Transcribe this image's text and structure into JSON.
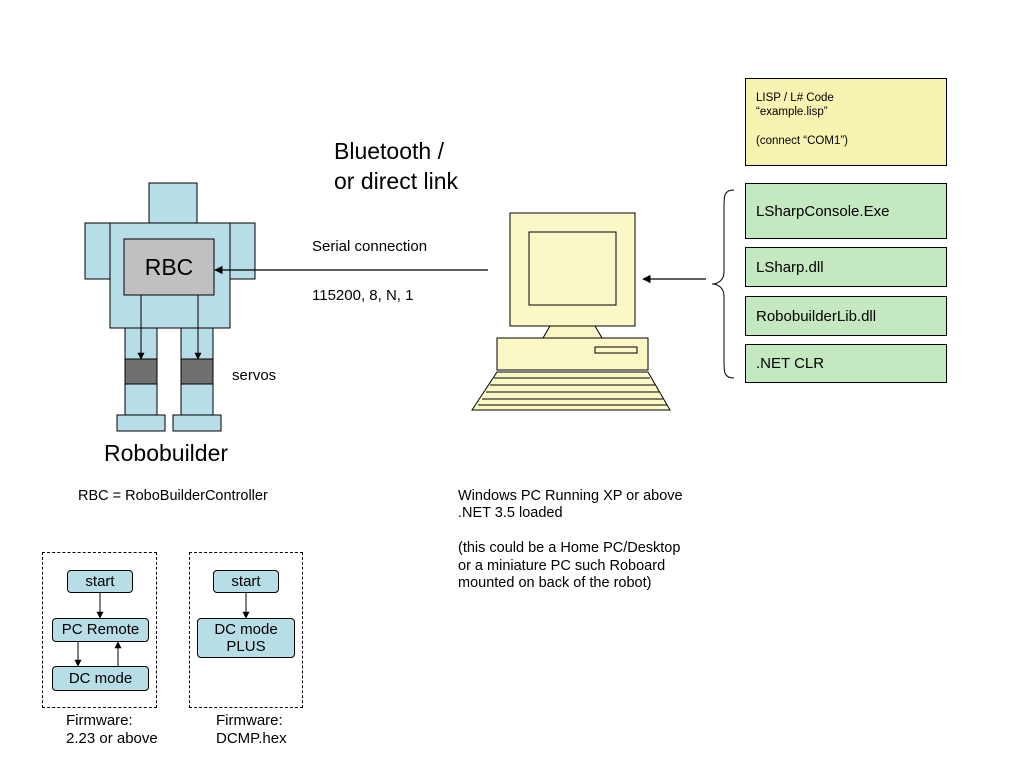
{
  "robot": {
    "controller_label": "RBC",
    "servos_label": "servos",
    "name": "Robobuilder",
    "definition": "RBC = RoboBuilderController"
  },
  "link": {
    "title": "Bluetooth /\nor direct link",
    "serial_label": "Serial connection",
    "settings": "115200, 8, N, 1"
  },
  "software_stack": {
    "code_box": "LISP / L# Code\n“example.lisp”\n\n(connect “COM1”)",
    "layers": [
      "LSharpConsole.Exe",
      "LSharp.dll",
      "RobobuilderLib.dll",
      ".NET CLR"
    ]
  },
  "pc": {
    "description": "Windows PC Running XP or above\n.NET 3.5 loaded\n\n(this could be a Home PC/Desktop\nor a miniature PC such Roboard\nmounted on back of the robot)"
  },
  "firmware_a": {
    "start": "start",
    "pc_remote": "PC Remote",
    "dc_mode": "DC mode",
    "caption": "Firmware:\n2.23 or above"
  },
  "firmware_b": {
    "start": "start",
    "dc_mode_plus": "DC mode\nPLUS",
    "caption": "Firmware:\nDCMP.hex"
  },
  "colors": {
    "robot_body": "#b7dde6",
    "controller": "#c0c0c0",
    "servo": "#707070",
    "computer": "#fbf8c8",
    "code_box": "#f7f4b2",
    "stack_box": "#c4e8c0"
  }
}
